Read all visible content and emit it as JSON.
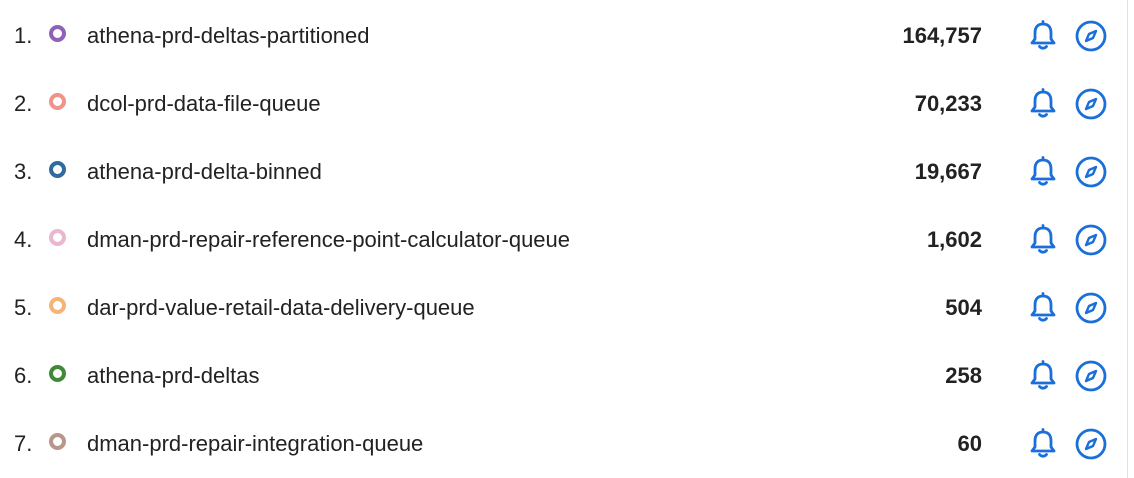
{
  "accent_color": "#1a6fd8",
  "rows": [
    {
      "rank": "1.",
      "name": "athena-prd-deltas-partitioned",
      "value": "164,757",
      "color": "#8e62b8"
    },
    {
      "rank": "2.",
      "name": "dcol-prd-data-file-queue",
      "value": "70,233",
      "color": "#f09389"
    },
    {
      "rank": "3.",
      "name": "athena-prd-delta-binned",
      "value": "19,667",
      "color": "#2f6b9e"
    },
    {
      "rank": "4.",
      "name": "dman-prd-repair-reference-point-calculator-queue",
      "value": "1,602",
      "color": "#ecb5d0"
    },
    {
      "rank": "5.",
      "name": "dar-prd-value-retail-data-delivery-queue",
      "value": "504",
      "color": "#f4b577"
    },
    {
      "rank": "6.",
      "name": "athena-prd-deltas",
      "value": "258",
      "color": "#3d8c35"
    },
    {
      "rank": "7.",
      "name": "dman-prd-repair-integration-queue",
      "value": "60",
      "color": "#b8978a"
    }
  ],
  "icons": {
    "alarm": "bell-icon",
    "explore": "compass-icon"
  }
}
